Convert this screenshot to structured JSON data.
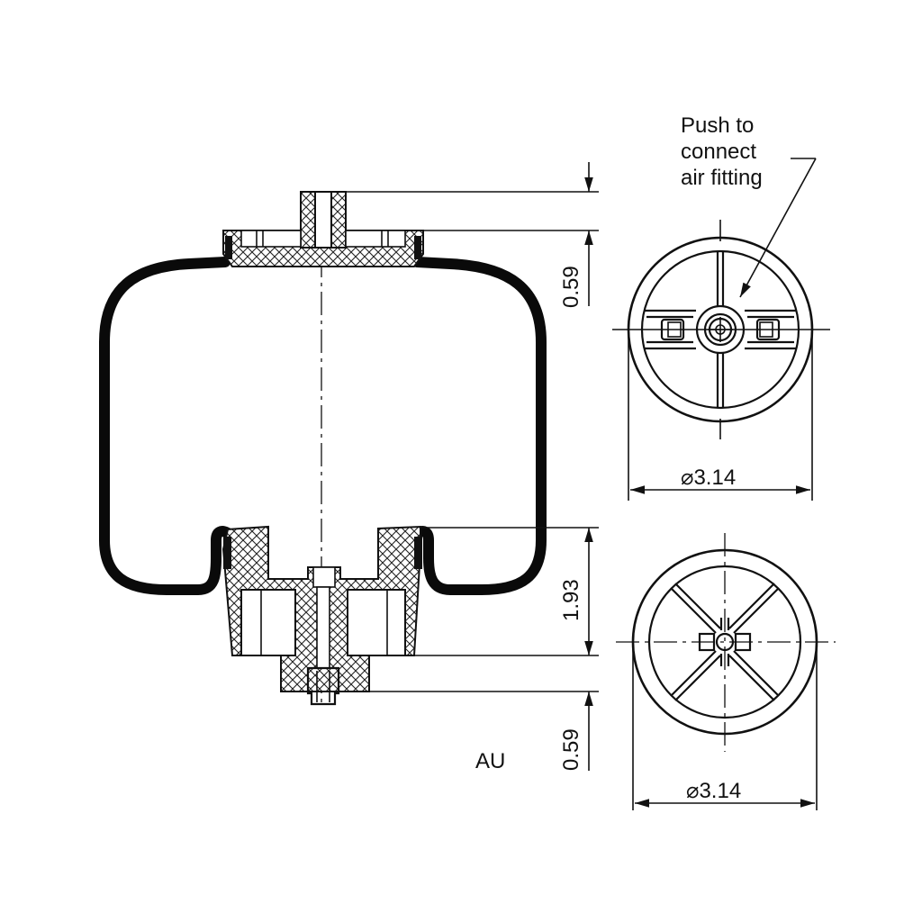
{
  "drawing": {
    "type": "Air spring technical drawing",
    "model_label": "AU",
    "annotation": {
      "line1": "Push to",
      "line2": "connect",
      "line3": "air fitting"
    },
    "dimensions": {
      "top_height": "0.59",
      "body_height": "1.93",
      "bottom_height": "0.59",
      "top_diameter": "⌀3.14",
      "bottom_diameter": "⌀3.14"
    },
    "views": [
      {
        "name": "side-section-view"
      },
      {
        "name": "top-plan-view"
      },
      {
        "name": "bottom-plan-view"
      }
    ],
    "colors": {
      "line": "#111111",
      "background": "#ffffff"
    }
  }
}
